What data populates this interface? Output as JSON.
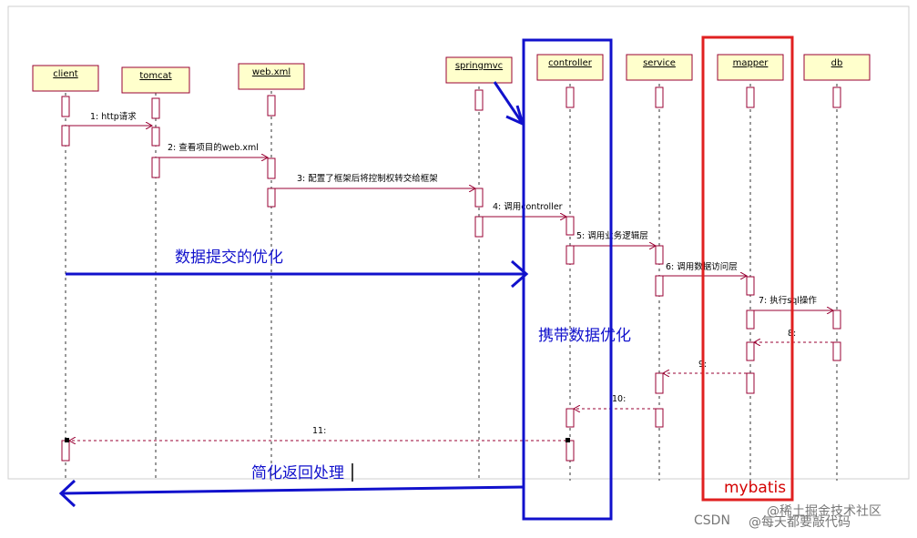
{
  "participants": [
    "client",
    "tomcat",
    "web.xml",
    "springmvc",
    "controller",
    "service",
    "mapper",
    "db"
  ],
  "messages": [
    "1: http请求",
    "2: 查看项目的web.xml",
    "3: 配置了框架后将控制权转交给框架",
    "4: 调用controller",
    "5: 调用业务逻辑层",
    "6: 调用数据访问层",
    "7: 执行sql操作",
    "8:",
    "9:",
    "10:",
    "11:"
  ],
  "annotations": {
    "submit_optimization": "数据提交的优化",
    "carry_data_optimization": "携带数据优化",
    "return_simplify": "简化返回处理",
    "mybatis": "mybatis"
  },
  "colors": {
    "blue": "#1111cc",
    "red": "#e02020",
    "message": "#990033"
  },
  "watermark": {
    "csdn": "CSDN",
    "author": "@每天都要敲代码",
    "juejin": "@稀土掘金技术社区"
  }
}
